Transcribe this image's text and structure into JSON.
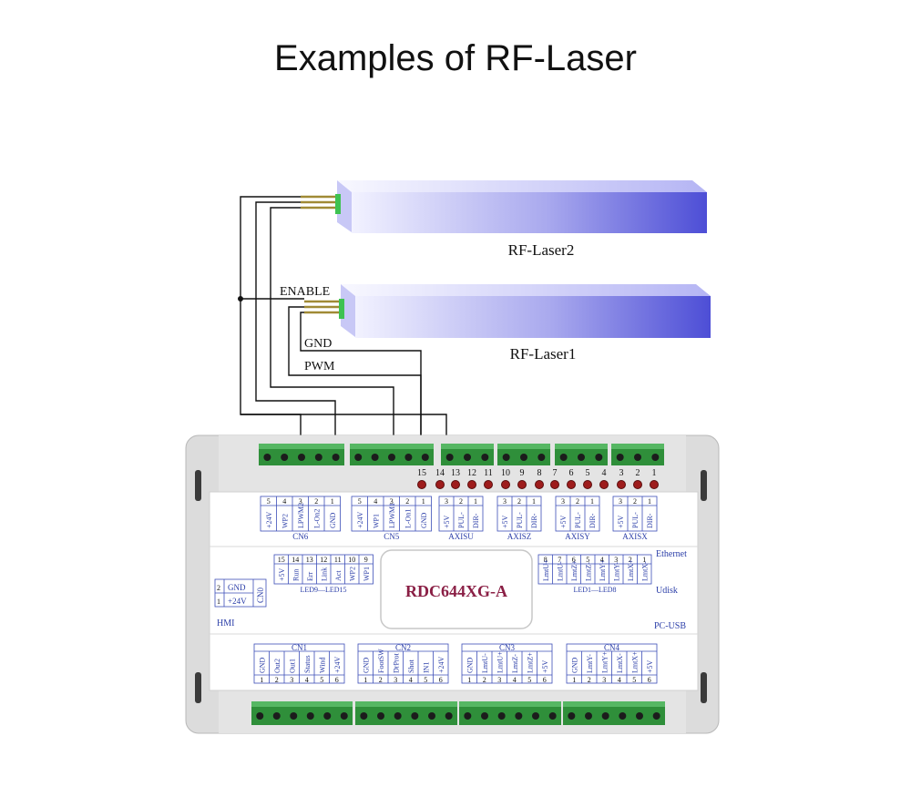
{
  "title": "Examples of RF-Laser",
  "lasers": {
    "laser2": "RF-Laser2",
    "laser1": "RF-Laser1"
  },
  "wire_labels": {
    "enable": "ENABLE",
    "gnd": "GND",
    "pwm": "PWM"
  },
  "board": {
    "model": "RDC644XG-A",
    "ports": {
      "ethernet": "Ethernet",
      "udisk": "Udisk",
      "pc_usb": "PC-USB",
      "hmi": "HMI"
    },
    "led_numbers": [
      "15",
      "14",
      "13",
      "12",
      "11",
      "10",
      "9",
      "8",
      "7",
      "6",
      "5",
      "4",
      "3",
      "2",
      "1"
    ],
    "top_connectors": [
      {
        "name": "CN6",
        "pins": [
          "+24V",
          "WP2",
          "LPWM2",
          "L-On2",
          "GND"
        ],
        "nums": [
          "5",
          "4",
          "3",
          "2",
          "1"
        ]
      },
      {
        "name": "CN5",
        "pins": [
          "+24V",
          "WP1",
          "LPWM1",
          "L-On1",
          "GND"
        ],
        "nums": [
          "5",
          "4",
          "3",
          "2",
          "1"
        ]
      },
      {
        "name": "AXISU",
        "pins": [
          "+5V",
          "PUL-",
          "DIR-"
        ],
        "nums": [
          "3",
          "2",
          "1"
        ]
      },
      {
        "name": "AXISZ",
        "pins": [
          "+5V",
          "PUL-",
          "DIR-"
        ],
        "nums": [
          "3",
          "2",
          "1"
        ]
      },
      {
        "name": "AXISY",
        "pins": [
          "+5V",
          "PUL-",
          "DIR-"
        ],
        "nums": [
          "3",
          "2",
          "1"
        ]
      },
      {
        "name": "AXISX",
        "pins": [
          "+5V",
          "PUL-",
          "DIR-"
        ],
        "nums": [
          "3",
          "2",
          "1"
        ]
      }
    ],
    "led_left": {
      "caption": "LED9—LED15",
      "nums": [
        "15",
        "14",
        "13",
        "12",
        "11",
        "10",
        "9"
      ],
      "labels": [
        "+5V",
        "Run",
        "Err",
        "Link",
        "Act",
        "WP2",
        "WP1"
      ]
    },
    "led_right": {
      "caption": "LED1—LED8",
      "nums": [
        "8",
        "7",
        "6",
        "5",
        "4",
        "3",
        "2",
        "1"
      ],
      "labels": [
        "LmtU+",
        "LmtU-",
        "LmtZ+",
        "LmtZ-",
        "LmtY+",
        "LmtY-",
        "LmtX+",
        "LmtX-"
      ]
    },
    "cn0": {
      "name": "CN0",
      "pins": [
        "GND",
        "+24V"
      ],
      "nums": [
        "2",
        "1"
      ]
    },
    "bottom_connectors": [
      {
        "name": "CN1",
        "pins": [
          "GND",
          "Out2",
          "Out1",
          "Status",
          "Wind",
          "+24V"
        ],
        "nums": [
          "1",
          "2",
          "3",
          "4",
          "5",
          "6"
        ]
      },
      {
        "name": "CN2",
        "pins": [
          "GND",
          "FootSW",
          "DrProt",
          "Shot",
          "IN1",
          "+24V"
        ],
        "nums": [
          "1",
          "2",
          "3",
          "4",
          "5",
          "6"
        ]
      },
      {
        "name": "CN3",
        "pins": [
          "GND",
          "LmtU-",
          "LmtU+",
          "LmtZ-",
          "LmtZ+",
          "+5V"
        ],
        "nums": [
          "1",
          "2",
          "3",
          "4",
          "5",
          "6"
        ]
      },
      {
        "name": "CN4",
        "pins": [
          "GND",
          "LmtY-",
          "LmtY+",
          "LmtX-",
          "LmtX+",
          "+5V"
        ],
        "nums": [
          "1",
          "2",
          "3",
          "4",
          "5",
          "6"
        ]
      }
    ]
  }
}
